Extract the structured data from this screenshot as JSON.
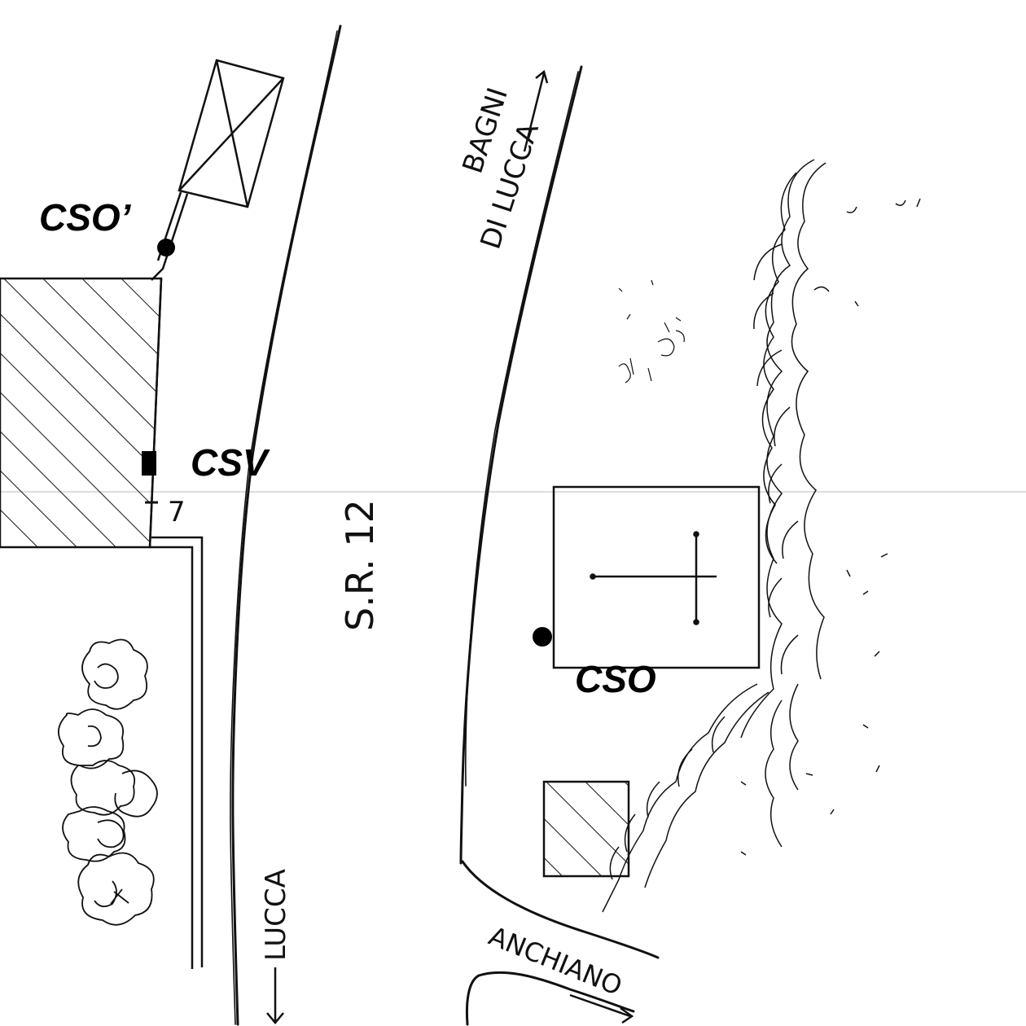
{
  "markers": {
    "cso_prime": "CSO’",
    "csv": "CSV",
    "cso": "CSO"
  },
  "road": {
    "name": "S.R. 12",
    "house_number": "7"
  },
  "directions": {
    "north": {
      "line1": "BAGNI",
      "line2": "DI LUCCA"
    },
    "south": "LUCCA",
    "east": "ANCHIANO"
  },
  "symbols": {
    "dot_marker": "black-dot-icon",
    "square_marker": "black-square-icon",
    "shrine": "cross-icon",
    "hatched_building": "hatched-building",
    "trees": "tree-icon",
    "arrow": "arrow-icon"
  },
  "colors": {
    "ink": "#111111",
    "marker": "#000000",
    "background": "#ffffff"
  }
}
